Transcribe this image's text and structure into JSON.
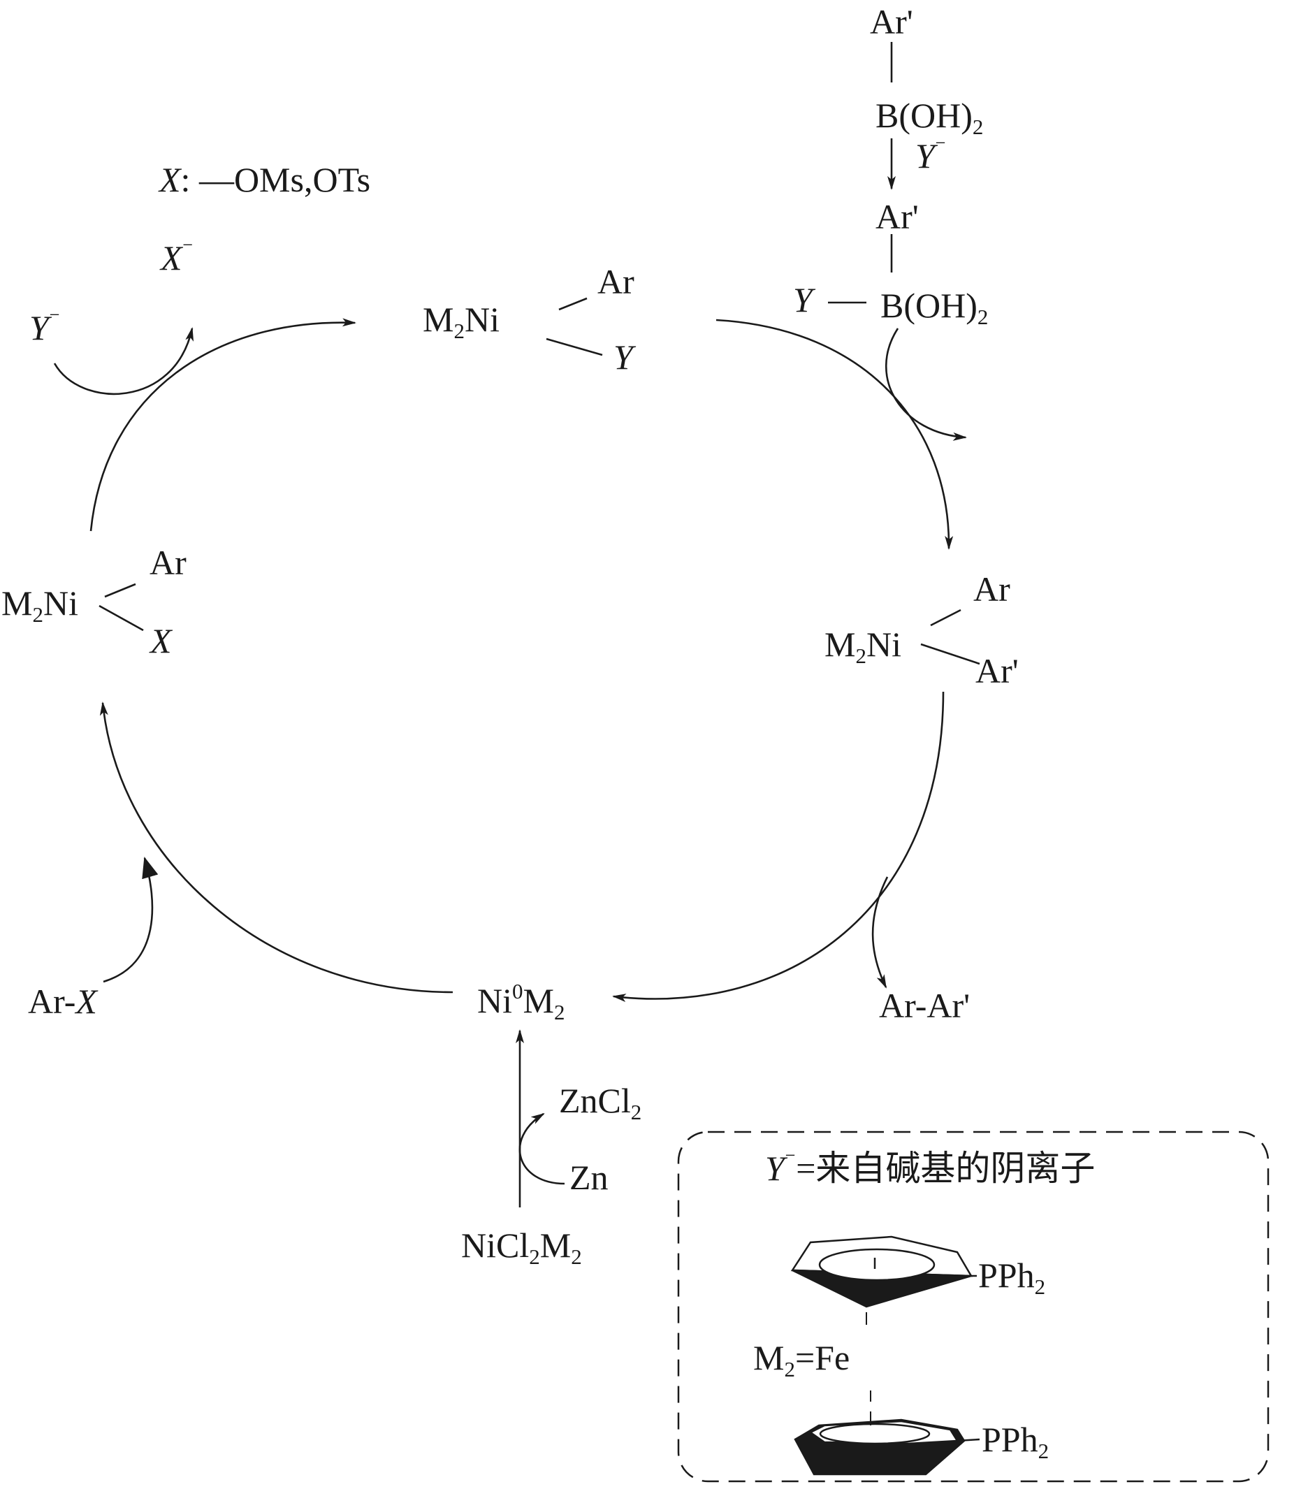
{
  "species": {
    "ar_prime": "Ar'",
    "boronic": "B(OH)",
    "boronic_sub": "2",
    "base_anion": "Y",
    "minus": "⁻",
    "x_sym": "X",
    "x_def": ": —OMs,OTs",
    "ni_complex": "M",
    "ni_complex_sub": "2",
    "ni_complex_tail": "Ni",
    "ar": "Ar",
    "ar_x_head": "Ar-",
    "ar_ar_prime": "Ar-Ar'",
    "ni0_head": "Ni",
    "ni0_sup": "0",
    "ni0_m": "M",
    "ni0_sub": "2",
    "zncl2_head": "ZnCl",
    "zncl2_sub": "2",
    "zn": "Zn",
    "nicl2m2_a": "NiCl",
    "nicl2m2_sub1": "2",
    "nicl2m2_b": "M",
    "nicl2m2_sub2": "2"
  },
  "legend": {
    "y_def": "=来自碱基的阴离子",
    "pph2_head": "PPh",
    "pph2_sub": "2",
    "m2fe_head": "M",
    "m2fe_sub": "2",
    "m2fe_tail": "=Fe"
  }
}
